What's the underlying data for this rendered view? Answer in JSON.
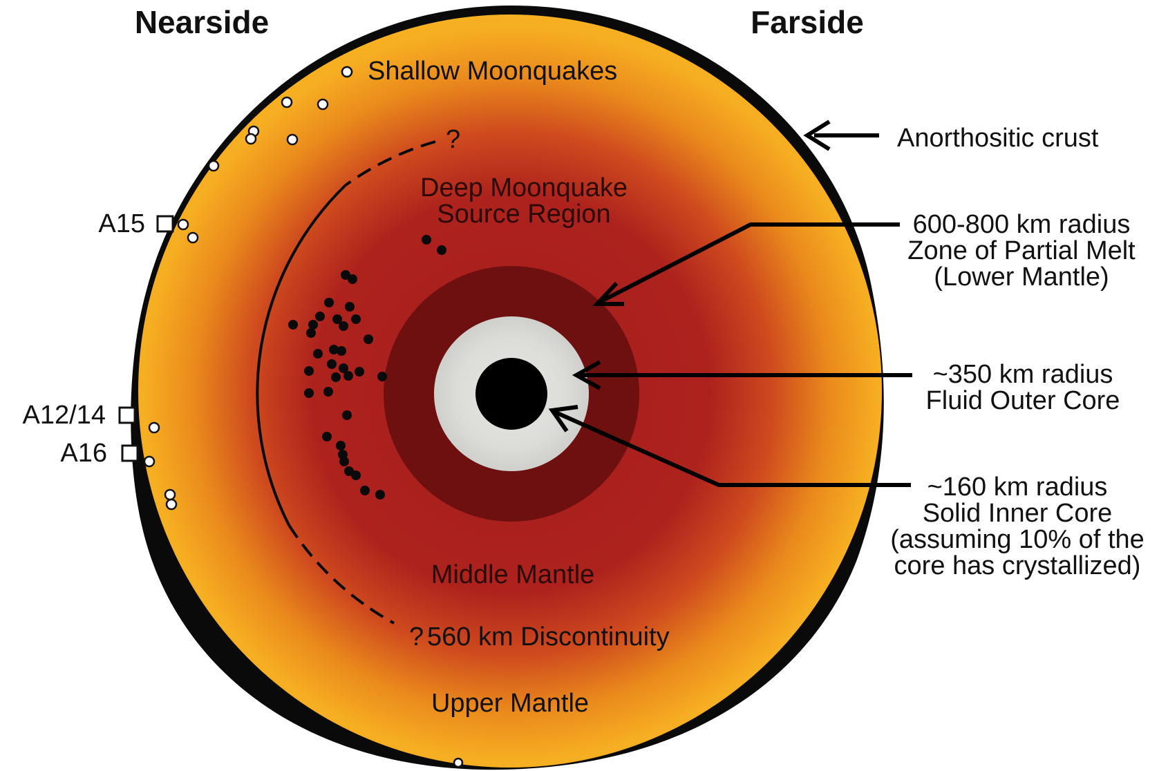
{
  "titles": {
    "nearside": "Nearside",
    "farside": "Farside"
  },
  "regions": {
    "shallow_moonquakes": "Shallow Moonquakes",
    "deep_moonquake_line1": "Deep Moonquake",
    "deep_moonquake_line2": "Source Region",
    "middle_mantle": "Middle Mantle",
    "discontinuity": "560 km Discontinuity",
    "upper_mantle": "Upper Mantle",
    "question_mark": "?"
  },
  "callouts": {
    "crust": "Anorthositic crust",
    "partial_melt": [
      "600-800 km radius",
      "Zone of Partial Melt",
      "(Lower Mantle)"
    ],
    "outer_core": [
      "~350 km radius",
      "Fluid Outer Core"
    ],
    "inner_core": [
      "~160 km radius",
      "Solid Inner Core",
      "(assuming 10% of the",
      "core has crystallized)"
    ]
  },
  "stations": [
    "A15",
    "A12/14",
    "A16"
  ],
  "colors": {
    "crust": "#0a0a0a",
    "upper_mantle_edge": "#f6b21e",
    "upper_mantle_mid": "#ea8a1c",
    "middle_mantle": "#a8201f",
    "partial_melt_zone": "#6e0f10",
    "outer_core": "#d9d9d6",
    "inner_core": "#000000"
  },
  "icons": {
    "shallow_event": "open-circle-icon",
    "deep_event": "filled-circle-icon",
    "seismic_station": "open-square-icon"
  }
}
